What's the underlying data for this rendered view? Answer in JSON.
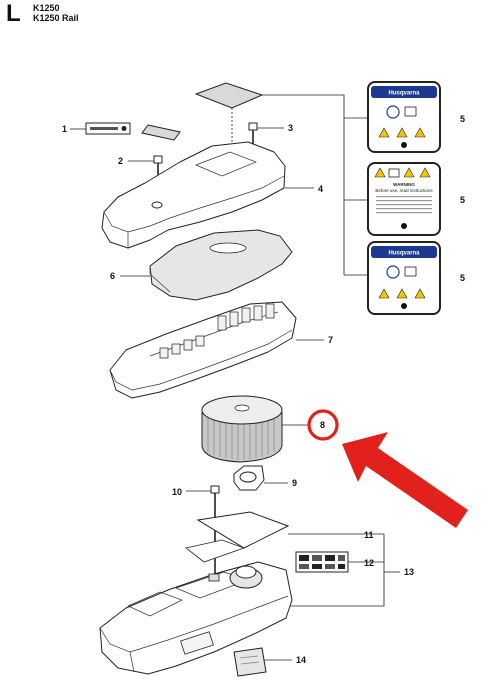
{
  "header": {
    "section_letter": "L",
    "models": [
      "K1250",
      "K1250 Rail"
    ]
  },
  "labels": {
    "brand": "Husqvarna",
    "warning_title": "WARNING",
    "warning_subtitle": "Before use, read instructions"
  },
  "callouts": [
    "1",
    "2",
    "3",
    "4",
    "5",
    "5",
    "5",
    "6",
    "7",
    "8",
    "9",
    "10",
    "11",
    "12",
    "13",
    "14"
  ],
  "highlight": {
    "part": "8",
    "color": "#e3211c"
  }
}
